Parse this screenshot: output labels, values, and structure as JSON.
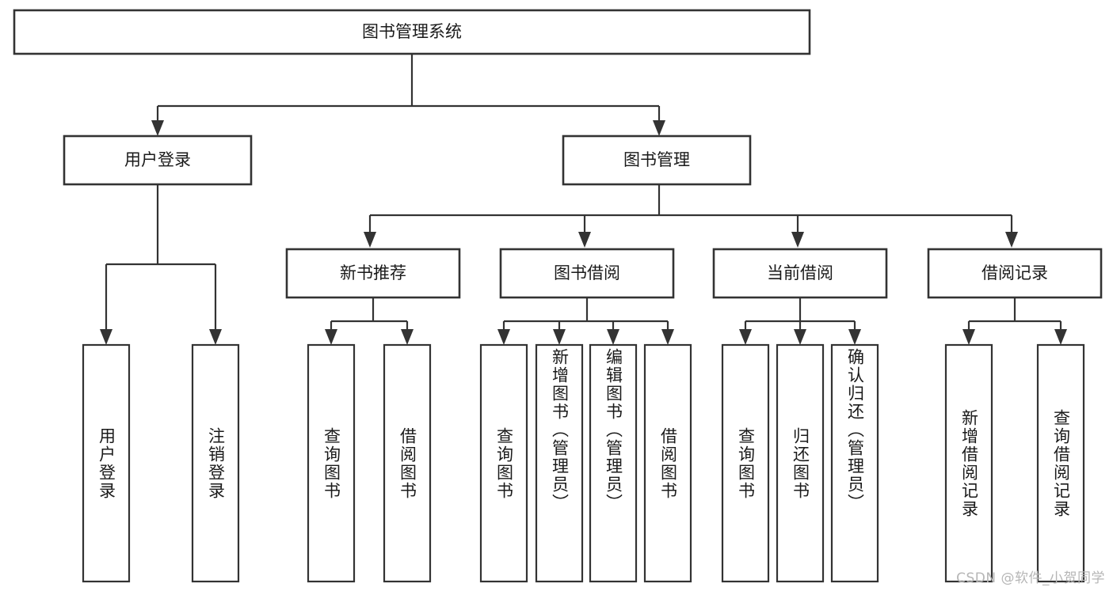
{
  "diagram": {
    "type": "tree",
    "title": "图书管理系统",
    "style": {
      "background": "#ffffff",
      "box_fill": "#ffffff",
      "box_stroke": "#333333",
      "text_color": "#1a1a1a",
      "watermark_color": "#b6b6b6"
    },
    "root": {
      "label": "图书管理系统"
    },
    "level2": [
      {
        "label": "用户登录"
      },
      {
        "label": "图书管理"
      }
    ],
    "level3": [
      {
        "label": "新书推荐"
      },
      {
        "label": "图书借阅"
      },
      {
        "label": "当前借阅"
      },
      {
        "label": "借阅记录"
      }
    ],
    "leaves": {
      "user_login": [
        {
          "label": "用户登录"
        },
        {
          "label": "注销登录"
        }
      ],
      "new_book": [
        {
          "label": "查询图书"
        },
        {
          "label": "借阅图书"
        }
      ],
      "book_borrow": [
        {
          "label": "查询图书"
        },
        {
          "label": "新增图书（管理员）"
        },
        {
          "label": "编辑图书（管理员）"
        },
        {
          "label": "借阅图书"
        }
      ],
      "current_borrow": [
        {
          "label": "查询图书"
        },
        {
          "label": "归还图书"
        },
        {
          "label": "确认归还（管理员）"
        }
      ],
      "borrow_record": [
        {
          "label": "新增借阅记录"
        },
        {
          "label": "查询借阅记录"
        }
      ]
    },
    "edges": [
      {
        "from": "图书管理系统",
        "to": "用户登录"
      },
      {
        "from": "图书管理系统",
        "to": "图书管理"
      },
      {
        "from": "用户登录",
        "to": "用户登录"
      },
      {
        "from": "用户登录",
        "to": "注销登录"
      },
      {
        "from": "图书管理",
        "to": "新书推荐"
      },
      {
        "from": "图书管理",
        "to": "图书借阅"
      },
      {
        "from": "图书管理",
        "to": "当前借阅"
      },
      {
        "from": "图书管理",
        "to": "借阅记录"
      },
      {
        "from": "新书推荐",
        "to": "查询图书"
      },
      {
        "from": "新书推荐",
        "to": "借阅图书"
      },
      {
        "from": "图书借阅",
        "to": "查询图书"
      },
      {
        "from": "图书借阅",
        "to": "新增图书（管理员）"
      },
      {
        "from": "图书借阅",
        "to": "编辑图书（管理员）"
      },
      {
        "from": "图书借阅",
        "to": "借阅图书"
      },
      {
        "from": "当前借阅",
        "to": "查询图书"
      },
      {
        "from": "当前借阅",
        "to": "归还图书"
      },
      {
        "from": "当前借阅",
        "to": "确认归还（管理员）"
      },
      {
        "from": "借阅记录",
        "to": "新增借阅记录"
      },
      {
        "from": "借阅记录",
        "to": "查询借阅记录"
      }
    ]
  },
  "watermark": {
    "text": "CSDN @软件_小贺同学"
  }
}
